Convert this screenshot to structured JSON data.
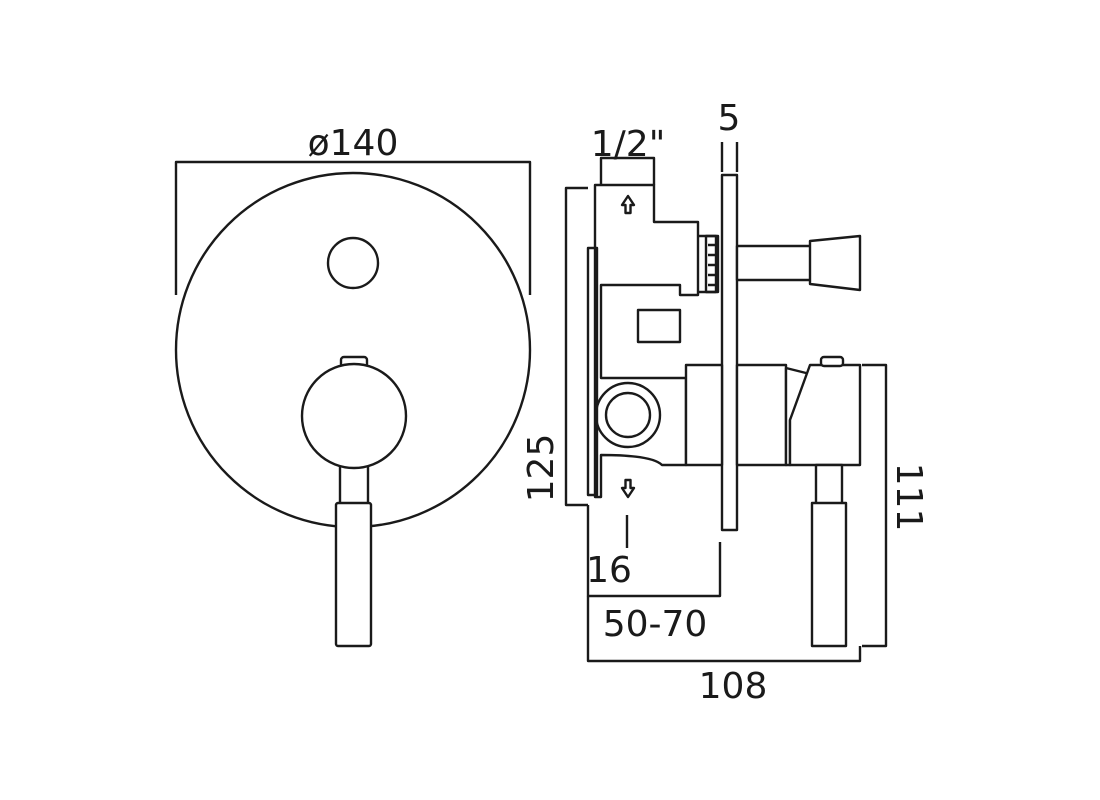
{
  "dimensions": {
    "front_diameter": "ø140",
    "thread_size": "1/2\"",
    "plate_thickness": "5",
    "body_height": "125",
    "outlet_offset": "16",
    "wall_depth": "50-70",
    "total_depth": "108",
    "lever_height": "111"
  },
  "colors": {
    "line": "#1a1a1a",
    "background": "#ffffff"
  }
}
